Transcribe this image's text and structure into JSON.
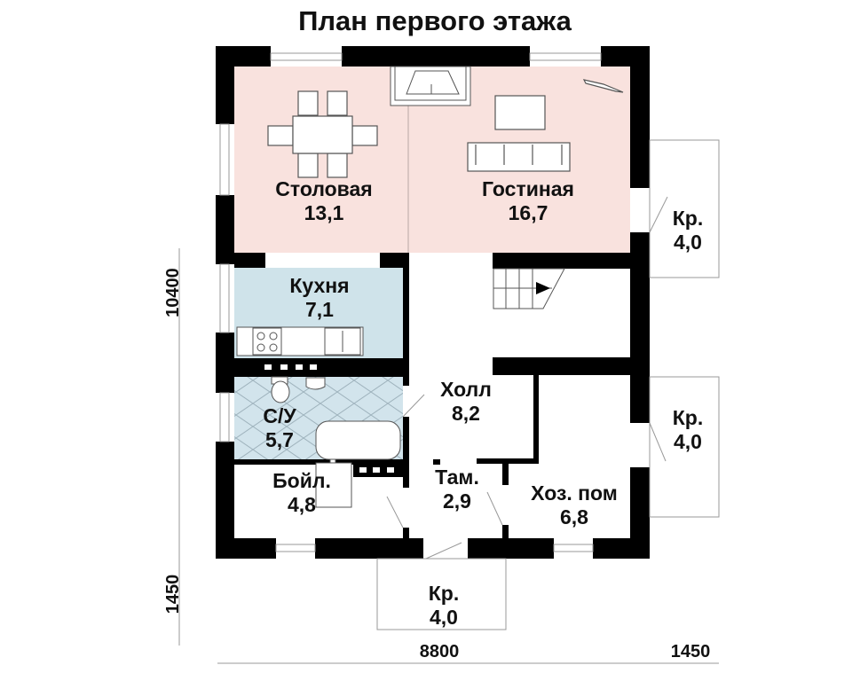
{
  "title": "План первого этажа",
  "colors": {
    "wall": "#000000",
    "living_fill": "#f9e2de",
    "kitchen_fill": "#cfe3ea",
    "bath_fill": "#d2e4ec",
    "line": "#9a9a9a"
  },
  "rooms": [
    {
      "name": "Столовая",
      "area": "13,1"
    },
    {
      "name": "Гостиная",
      "area": "16,7"
    },
    {
      "name": "Кухня",
      "area": "7,1"
    },
    {
      "name": "С/У",
      "area": "5,7"
    },
    {
      "name": "Холл",
      "area": "8,2"
    },
    {
      "name": "Бойл.",
      "area": "4,8"
    },
    {
      "name": "Там.",
      "area": "2,9"
    },
    {
      "name": "Хоз. пом",
      "area": "6,8"
    },
    {
      "name": "Кр.",
      "area": "4,0"
    },
    {
      "name": "Кр.",
      "area": "4,0"
    },
    {
      "name": "Кр.",
      "area": "4,0"
    }
  ],
  "dimensions": {
    "height_main": "10400",
    "height_porch": "1450",
    "width_main": "8800",
    "width_porch": "1450"
  }
}
